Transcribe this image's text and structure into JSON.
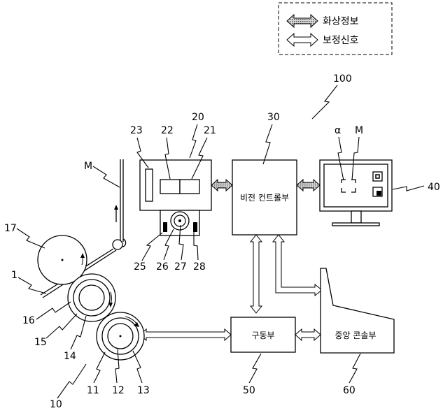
{
  "legend": {
    "image_info": "화상정보",
    "correction_signal": "보정신호"
  },
  "blocks": {
    "vision_controller": "비전 컨트롤부",
    "drive_unit": "구동부",
    "central_console": "중앙 콘솔부"
  },
  "symbols": {
    "material": "M",
    "material_on_monitor": "M",
    "alpha": "α"
  },
  "reference_numerals": {
    "system": "100",
    "vision_sensor": "20",
    "n21": "21",
    "n22": "22",
    "n23": "23",
    "n25": "25",
    "n26": "26",
    "n27": "27",
    "n28": "28",
    "vision_controller": "30",
    "monitor": "40",
    "drive_unit": "50",
    "central_console": "60",
    "roller_assembly": "10",
    "n11": "11",
    "n12": "12",
    "n13": "13",
    "n14": "14",
    "n15": "15",
    "n16": "16",
    "n17": "17",
    "n1": "1"
  },
  "colors": {
    "line": "#000000",
    "image_info_fill": "#9a9a9a",
    "background": "#ffffff"
  }
}
